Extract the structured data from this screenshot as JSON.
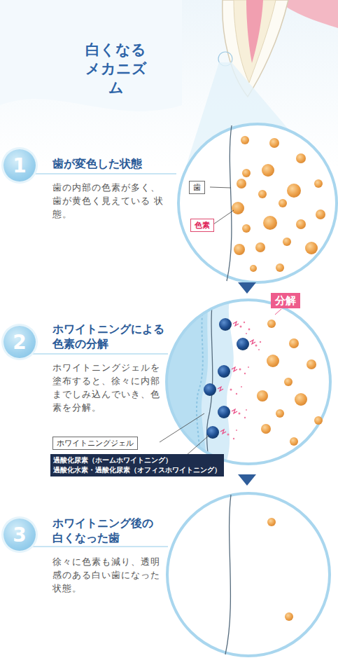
{
  "diagram": {
    "title": "白くなる メカニズム",
    "nodes": [
      {
        "text": [
          "1"
        ]
      },
      {
        "text": [
          "歯"
        ]
      },
      {
        "text": [
          "色素"
        ]
      },
      {
        "text": [
          "分解"
        ]
      },
      {
        "text": [
          "2"
        ]
      },
      {
        "text": [
          "ホワイトニングジェル"
        ]
      },
      {
        "text": [
          "過酸化尿素（ホームホワイトニング）",
          "過酸化水素・過酸化尿素（オフィスホワイトニング）"
        ]
      },
      {
        "text": [
          "3"
        ]
      }
    ],
    "labels": [
      "歯が変色した状態",
      "歯の内部の色素が多く、 歯が黄色く見えている 状態。",
      "ホワイトニングによる 色素の分解",
      "ホワイトニングジェルを 塗布すると、徐々に内部 までしみ込んでいき、色 素を分解。",
      "ホワイトニング後の 白くなった歯",
      "徐々に色素も減り、透明 感のある白い歯になった 状態。"
    ]
  }
}
